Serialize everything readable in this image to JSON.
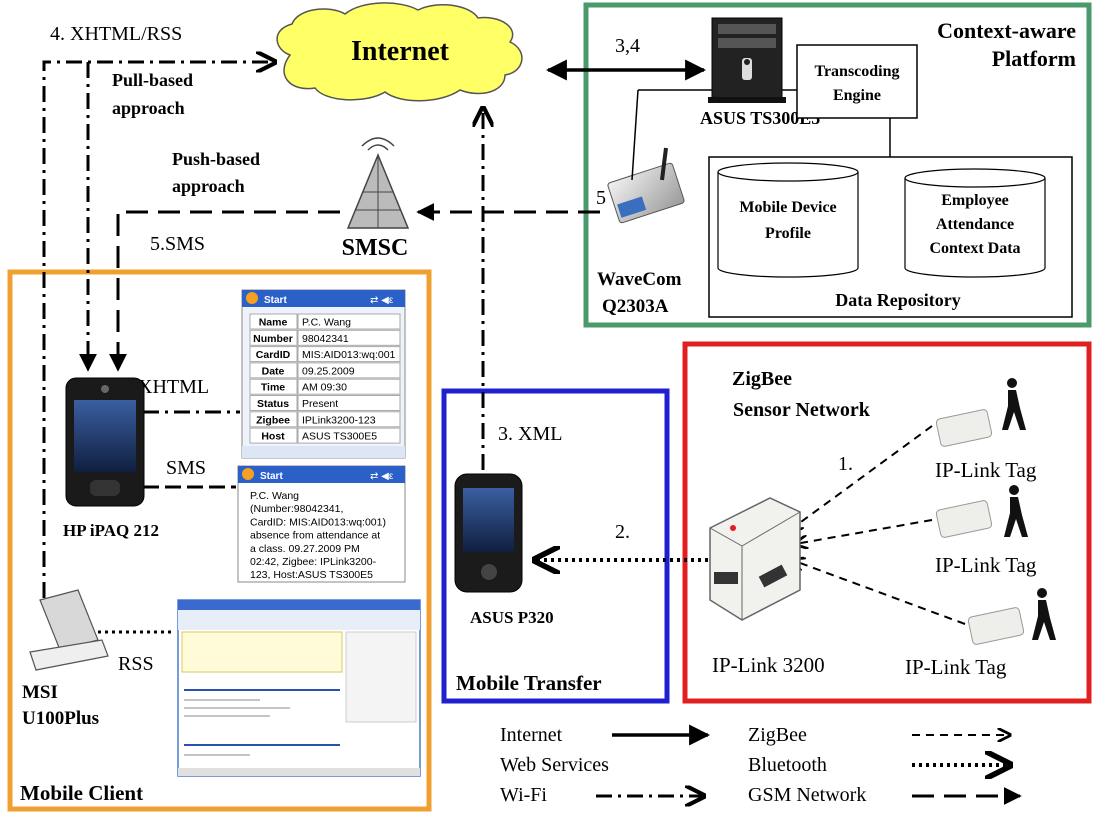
{
  "colors": {
    "cloud": "#ffff66",
    "platform_border": "#4a9a6a",
    "mobile_client_border": "#f0a030",
    "mobile_transfer_border": "#2020d0",
    "zigbee_border": "#e02020",
    "screen_bg": "#e9f1fb",
    "titlebar": "#2a60c8"
  },
  "internet": {
    "label": "Internet"
  },
  "platform": {
    "title_line1": "Context-aware",
    "title_line2": "Platform",
    "server_label": "ASUS TS300E5",
    "transcoding_line1": "Transcoding",
    "transcoding_line2": "Engine",
    "modem_line1": "WaveCom",
    "modem_line2": "Q2303A",
    "repository": {
      "title": "Data Repository",
      "db1": [
        "Mobile Device",
        "Profile"
      ],
      "db2": [
        "Employee",
        "Attendance",
        "Context Data"
      ]
    }
  },
  "smsc": {
    "label": "SMSC"
  },
  "edge_labels": {
    "xhtml_rss": "4. XHTML/RSS",
    "pull": [
      "Pull-based",
      "approach"
    ],
    "push": [
      "Push-based",
      "approach"
    ],
    "sms": "5.SMS",
    "step34": "3,4",
    "step5": "5",
    "xml": "3. XML",
    "step1": "1.",
    "step2": "2.",
    "xhtml": "XHTML",
    "sms_short": "SMS",
    "rss": "RSS"
  },
  "mobile_client": {
    "title": "Mobile Client",
    "pda_label": "HP iPAQ 212",
    "laptop_line1": "MSI",
    "laptop_line2": "U100Plus",
    "screen1": {
      "start": "Start",
      "rows": [
        [
          "Name",
          "P.C. Wang"
        ],
        [
          "Number",
          "98042341"
        ],
        [
          "CardID",
          "MIS:AID013:wq:001"
        ],
        [
          "Date",
          "09.25.2009"
        ],
        [
          "Time",
          "AM 09:30"
        ],
        [
          "Status",
          "Present"
        ],
        [
          "Zigbee",
          "IPLink3200-123"
        ],
        [
          "Host",
          "ASUS TS300E5"
        ]
      ]
    },
    "screen2": {
      "start": "Start",
      "lines": [
        "P.C. Wang",
        "(Number:98042341,",
        "CardID: MIS:AID013:wq:001)",
        "absence from attendance at",
        "a class. 09.27.2009 PM",
        "02:42, Zigbee: IPLink3200-",
        "123, Host:ASUS TS300E5"
      ]
    }
  },
  "mobile_transfer": {
    "title": "Mobile Transfer",
    "phone_label": "ASUS P320"
  },
  "zigbee": {
    "title_line1": "ZigBee",
    "title_line2": "Sensor Network",
    "tag_label": "IP-Link Tag",
    "hub_label": "IP-Link 3200"
  },
  "legend": {
    "internet": "Internet",
    "web_services": "Web Services",
    "wifi": "Wi-Fi",
    "zigbee": "ZigBee",
    "bluetooth": "Bluetooth",
    "gsm": "GSM Network"
  }
}
